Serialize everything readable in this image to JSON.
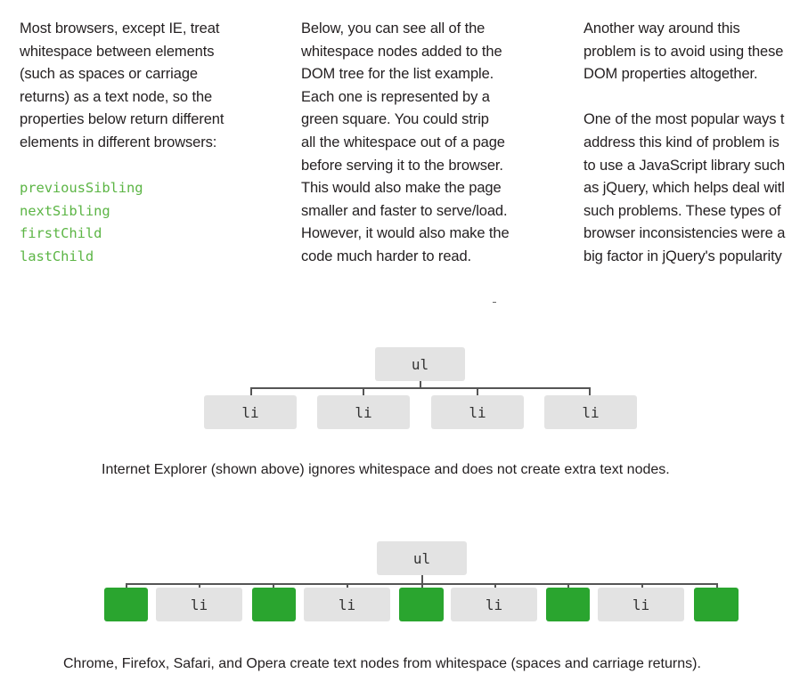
{
  "column1": {
    "lines": [
      "Most browsers, except IE, treat",
      "whitespace between elements",
      "(such as spaces or carriage",
      "returns) as a text node, so the",
      "properties below return different",
      "elements in different browsers:"
    ],
    "properties": [
      "previousSibling",
      "nextSibling",
      "firstChild",
      "lastChild"
    ]
  },
  "column2": {
    "lines": [
      "Below, you can see all of the",
      "whitespace nodes added to the",
      "DOM tree for the list example.",
      "Each one is represented by a",
      "green square. You could strip",
      "all the whitespace out of a page",
      "before serving it to the browser.",
      "This would also make the page",
      "smaller and faster to serve/load.",
      "However, it would also make the",
      "code much harder to read."
    ]
  },
  "column3": {
    "paragraph1": [
      "Another way around this",
      "problem is to avoid using these",
      "DOM properties altogether."
    ],
    "paragraph2": [
      "One of the most popular ways t",
      "address this kind of problem is",
      "to use a JavaScript library such",
      "as jQuery, which helps deal witl",
      "such problems. These types of",
      "browser inconsistencies were a",
      "big factor in jQuery's popularity"
    ]
  },
  "diagram_ie": {
    "root_label": "ul",
    "child_labels": [
      "li",
      "li",
      "li",
      "li"
    ],
    "caption": "Internet Explorer (shown above) ignores whitespace and does not create extra text nodes."
  },
  "diagram_others": {
    "root_label": "ul",
    "child_labels": [
      "li",
      "li",
      "li",
      "li"
    ],
    "caption": "Chrome, Firefox, Safari, and Opera create text nodes from whitespace (spaces and carriage returns)."
  },
  "colors": {
    "code_green": "#5cb545",
    "whitespace_node": "#2aa52f",
    "element_node": "#e3e3e3"
  }
}
